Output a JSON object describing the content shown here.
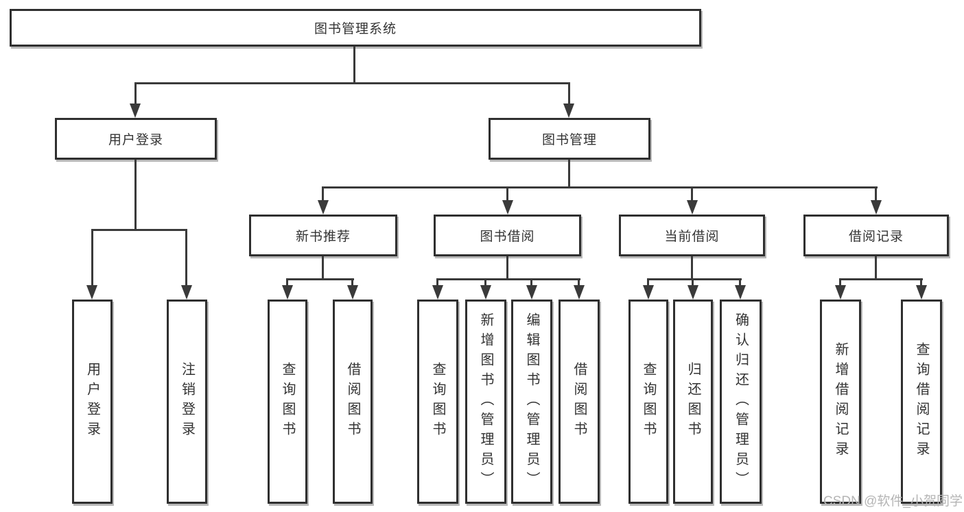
{
  "colors": {
    "line": "#3a3a3a",
    "border": "#2f2f2f",
    "text": "#333333",
    "box_fill": "#ffffff",
    "watermark": "#b5b5b5"
  },
  "watermark": {
    "text": "CSDN @软件_小贺同学"
  },
  "tree": {
    "label": "图书管理系统",
    "children": [
      {
        "label": "用户登录",
        "children": [
          {
            "label": "用户登录"
          },
          {
            "label": "注销登录"
          }
        ]
      },
      {
        "label": "图书管理",
        "children": [
          {
            "label": "新书推荐",
            "children": [
              {
                "label": "查询图书"
              },
              {
                "label": "借阅图书"
              }
            ]
          },
          {
            "label": "图书借阅",
            "children": [
              {
                "label": "查询图书"
              },
              {
                "label": "新增图书（管理员）"
              },
              {
                "label": "编辑图书（管理员）"
              },
              {
                "label": "借阅图书"
              }
            ]
          },
          {
            "label": "当前借阅",
            "children": [
              {
                "label": "查询图书"
              },
              {
                "label": "归还图书"
              },
              {
                "label": "确认归还（管理员）"
              }
            ]
          },
          {
            "label": "借阅记录",
            "children": [
              {
                "label": "新增借阅记录"
              },
              {
                "label": "查询借阅记录"
              }
            ]
          }
        ]
      }
    ]
  }
}
